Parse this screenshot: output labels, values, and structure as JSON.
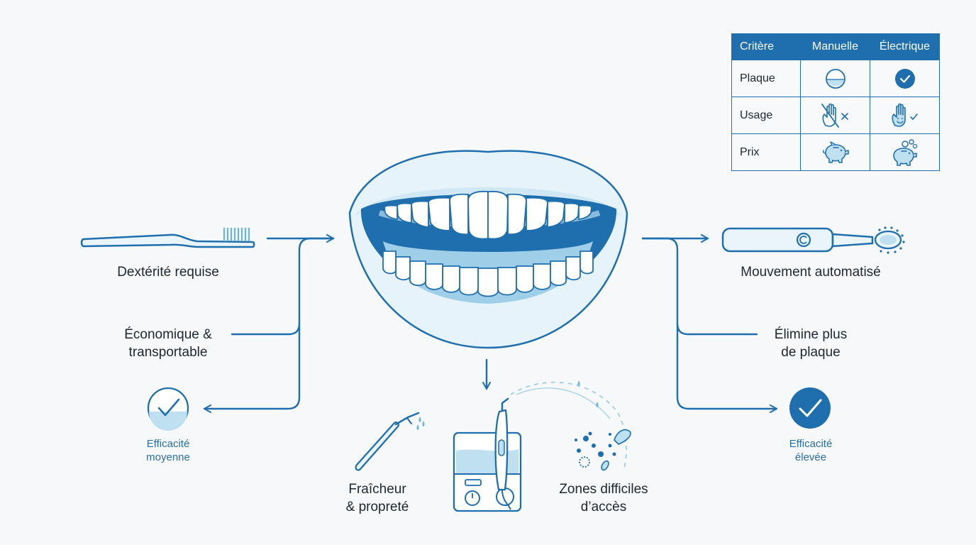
{
  "table": {
    "headers": [
      "Critère",
      "Manuelle",
      "Électrique"
    ],
    "rows": [
      {
        "label": "Plaque",
        "manual_icon": "half-filled-circle-icon",
        "electric_icon": "check-circle-icon"
      },
      {
        "label": "Usage",
        "manual_icon": "crossed-hand-icon",
        "electric_icon": "smiling-hand-check-icon"
      },
      {
        "label": "Prix",
        "manual_icon": "piggy-bank-icon",
        "electric_icon": "piggy-bank-coins-icon"
      }
    ]
  },
  "manual": {
    "label_dexterity": "Dextérité requise",
    "label_economy_1": "Économique &",
    "label_economy_2": "transportable",
    "efficacy_1": "Efficacité",
    "efficacy_2": "moyenne"
  },
  "electric": {
    "label_motion": "Mouvement automatisé",
    "label_plaque_1": "Élimine plus",
    "label_plaque_2": "de plaque",
    "efficacy_1": "Efficacité",
    "efficacy_2": "élevée"
  },
  "irrigator": {
    "label_fresh_1": "Fraîcheur",
    "label_fresh_2": "& propreté",
    "label_zones_1": "Zones difficiles",
    "label_zones_2": "d’accès"
  },
  "colors": {
    "primary": "#1f6fae",
    "light": "#bfe0f0",
    "pale": "#e3f2fa",
    "text": "#1d2730"
  }
}
